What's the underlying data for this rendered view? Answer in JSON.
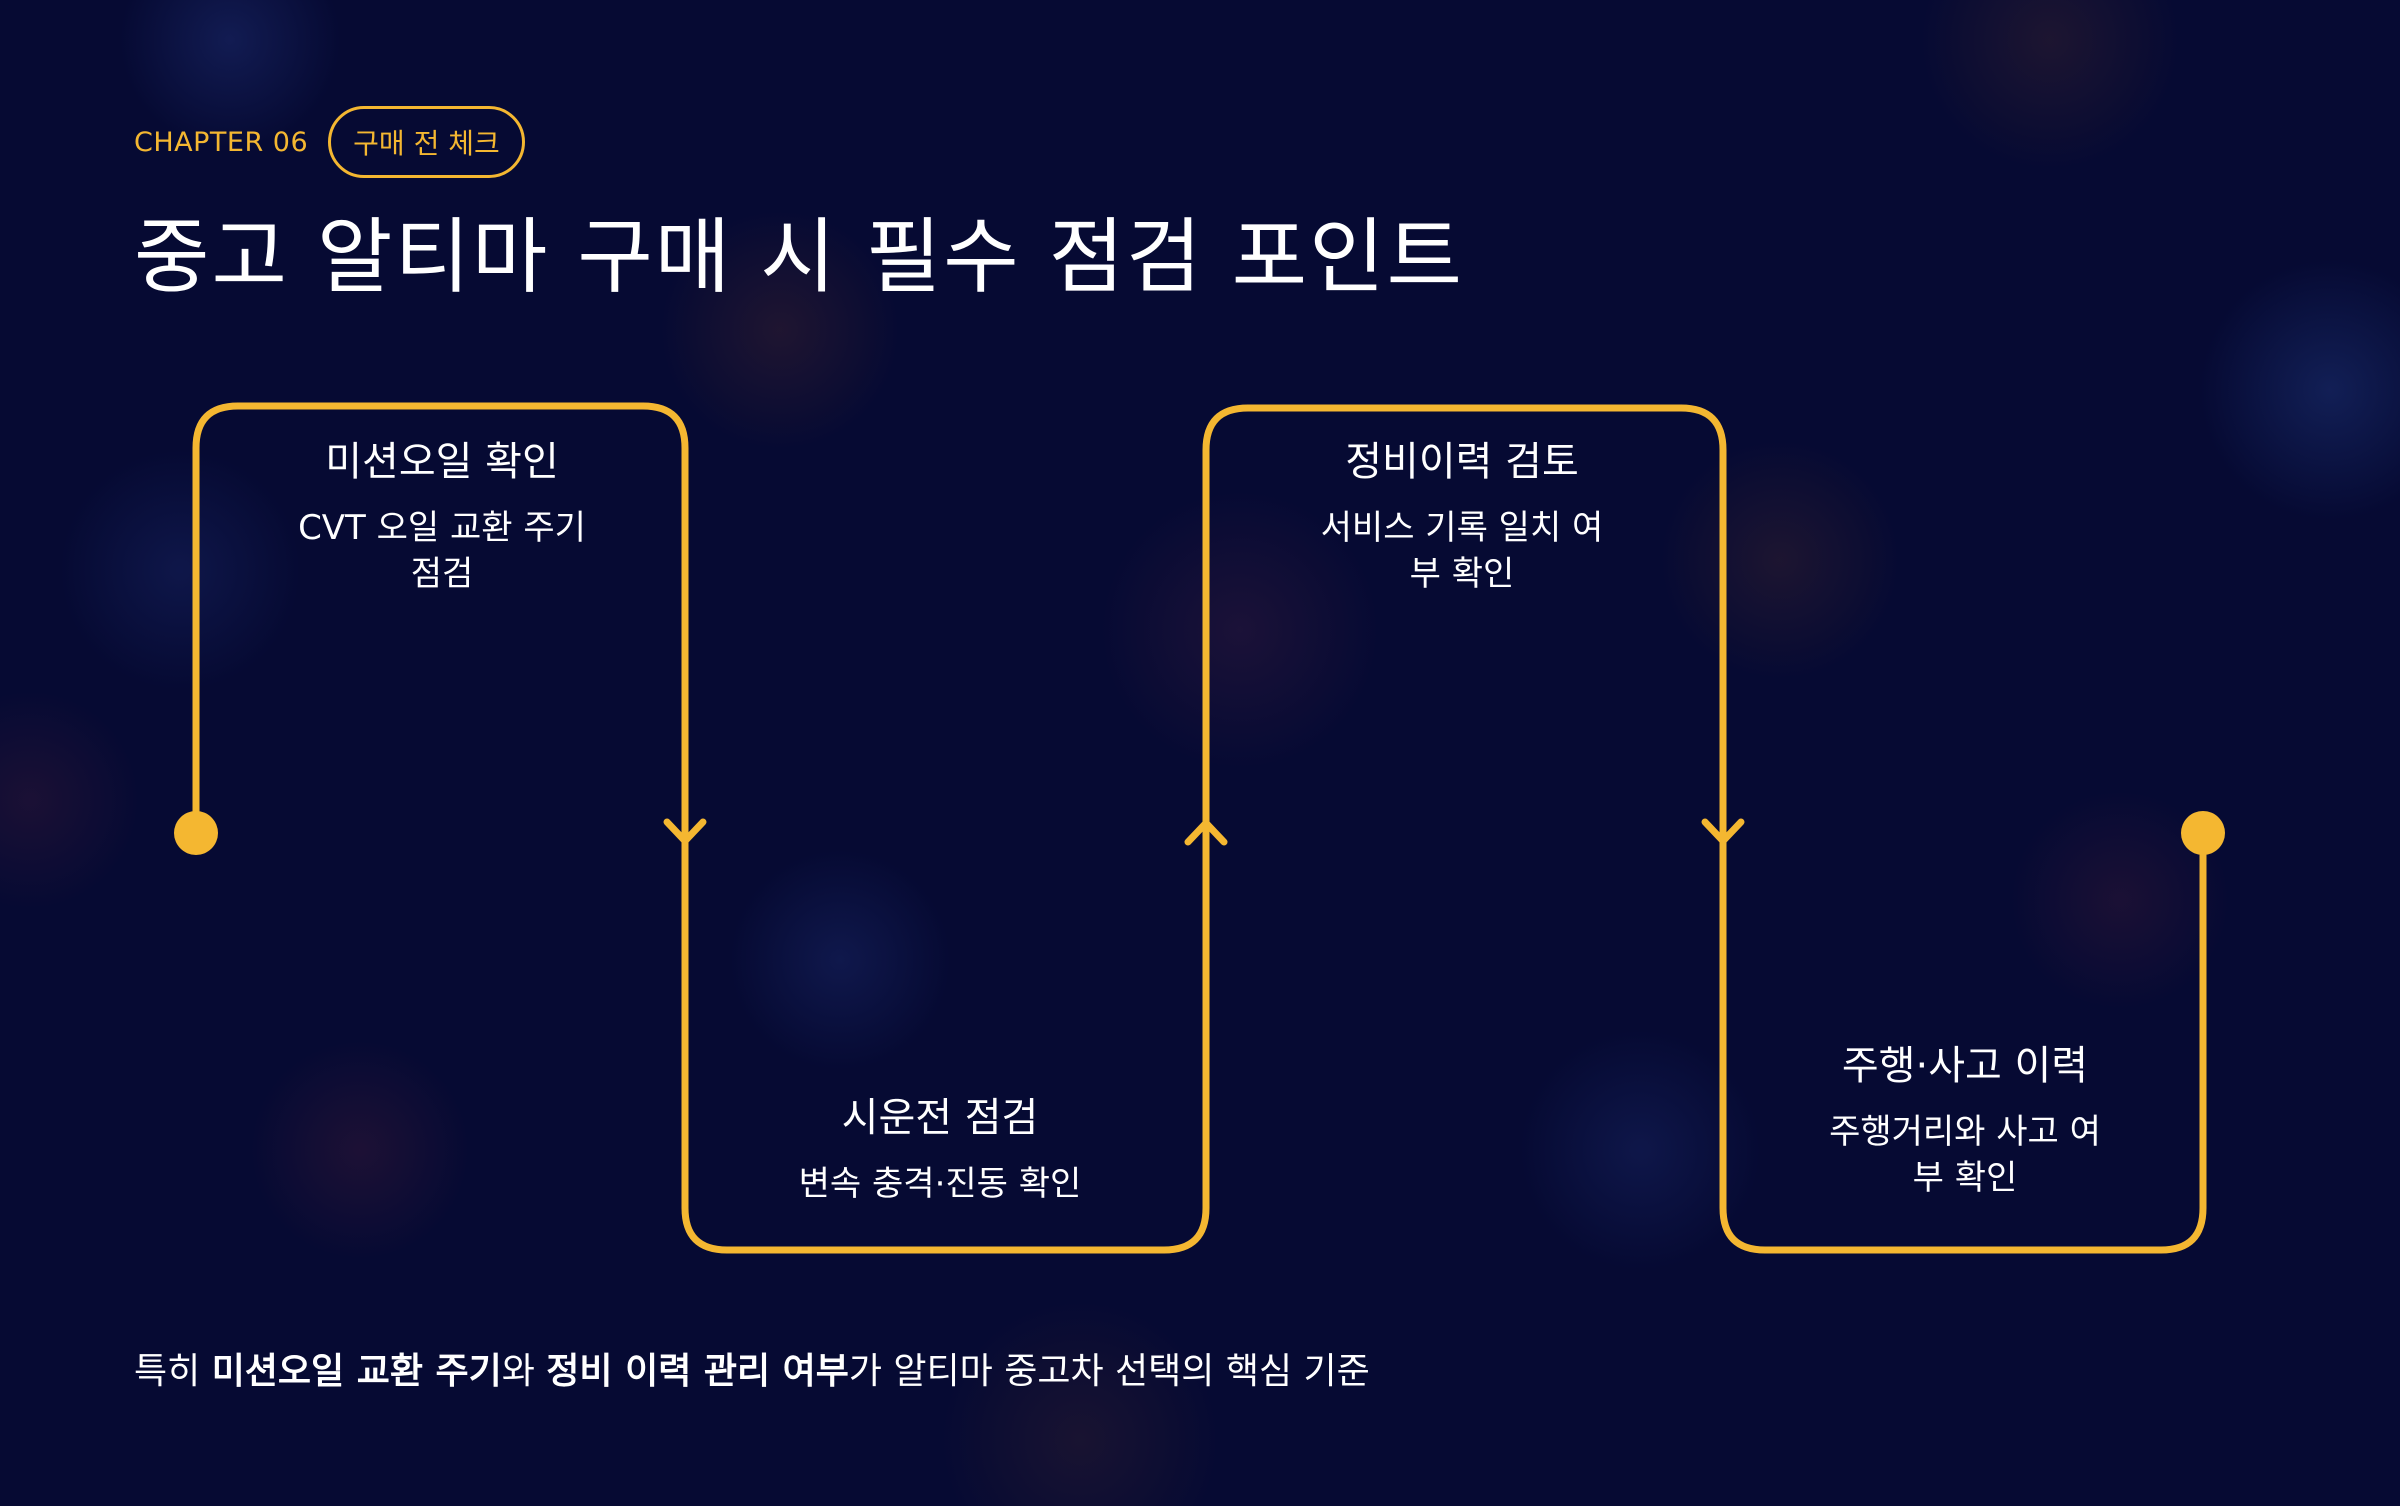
{
  "header": {
    "chapter": "CHAPTER 06",
    "tag": "구매 전 체크",
    "title": "중고 알티마 구매 시 필수 점검 포인트"
  },
  "steps": [
    {
      "title": "미션오일 확인",
      "desc_line1": "CVT 오일 교환 주기",
      "desc_line2": "점검"
    },
    {
      "title": "시운전 점검",
      "desc_line1": "변속 충격·진동 확인",
      "desc_line2": ""
    },
    {
      "title": "정비이력 검토",
      "desc_line1": "서비스 기록 일치 여",
      "desc_line2": "부 확인"
    },
    {
      "title": "주행·사고 이력",
      "desc_line1": "주행거리와 사고 여",
      "desc_line2": "부 확인"
    }
  ],
  "footer": {
    "prefix": "특히 ",
    "bold1": "미션오일 교환 주기",
    "mid": "와 ",
    "bold2": "정비 이력 관리 여부",
    "suffix": "가 알티마 중고차 선택의 핵심 기준"
  },
  "colors": {
    "background": "#060a33",
    "accent": "#f4b731",
    "text": "#ffffff"
  }
}
